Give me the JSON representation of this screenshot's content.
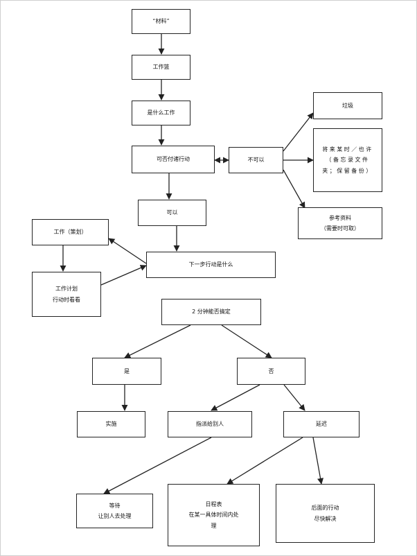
{
  "diagram": {
    "nodes": {
      "collect": {
        "lines": [
          "“材料”"
        ]
      },
      "inbox": {
        "lines": [
          "工作篮"
        ]
      },
      "what": {
        "lines": [
          "是什么工作"
        ]
      },
      "action": {
        "lines": [
          "可否付诸行动"
        ]
      },
      "no": {
        "lines": [
          "不可以"
        ]
      },
      "trash": {
        "lines": [
          "垃圾"
        ]
      },
      "someday": {
        "lines": [
          "将来某时／也许",
          "（备忘录文件",
          "夹；保留备份）"
        ]
      },
      "reference": {
        "lines": [
          "参考资料",
          "（需要时可取）"
        ]
      },
      "yes": {
        "lines": [
          "可以"
        ]
      },
      "project": {
        "lines": [
          "工作（策划）"
        ]
      },
      "plan": {
        "lines": [
          "工作计划",
          "行动时看看"
        ]
      },
      "next": {
        "lines": [
          "下一步行动是什么"
        ]
      },
      "twomin": {
        "lines": [
          "2 分钟能否搞定"
        ]
      },
      "y2": {
        "lines": [
          "是"
        ]
      },
      "n2": {
        "lines": [
          "否"
        ]
      },
      "doit": {
        "lines": [
          "实施"
        ]
      },
      "delegate": {
        "lines": [
          "指派给别人"
        ]
      },
      "defer": {
        "lines": [
          "延迟"
        ]
      },
      "waiting": {
        "lines": [
          "等待",
          "让别人去处理"
        ]
      },
      "calendar": {
        "lines": [
          "日程表",
          "在某一具体时间内处",
          "理"
        ]
      },
      "nextact": {
        "lines": [
          "后面的行动",
          "尽快解决"
        ]
      }
    }
  },
  "colors": {
    "stroke": "#222222",
    "background": "#ffffff"
  }
}
